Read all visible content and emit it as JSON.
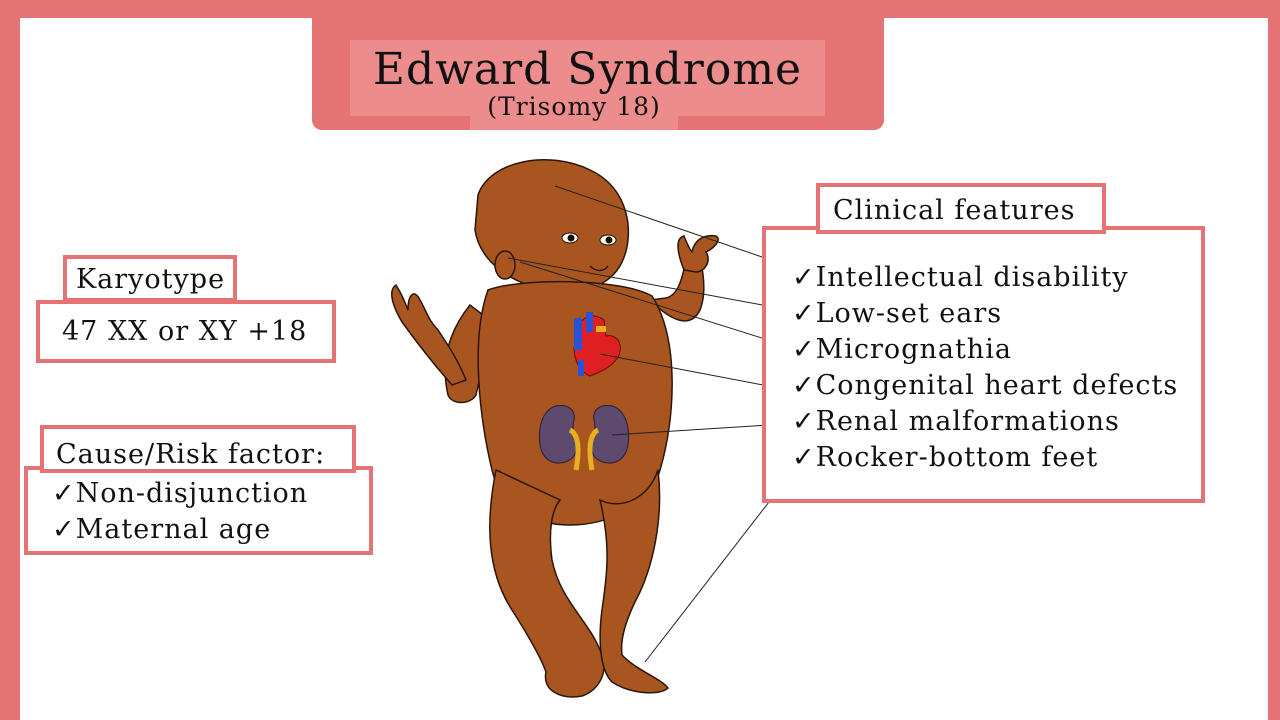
{
  "header": {
    "title": "Edward Syndrome",
    "subtitle": "(Trisomy 18)"
  },
  "karyotype": {
    "label": "Karyotype",
    "value": "47 XX or XY +18"
  },
  "cause": {
    "label": "Cause/Risk factor:",
    "items": [
      "Non-disjunction",
      "Maternal age"
    ]
  },
  "clinical": {
    "label": "Clinical features",
    "items": [
      "Intellectual disability",
      "Low-set ears",
      "Micrognathia",
      "Congenital heart defects",
      "Renal malformations",
      "Rocker-bottom feet"
    ]
  },
  "check_mark": "✓",
  "colors": {
    "frame": "#e57373",
    "title_band": "#ec8c8c",
    "skin": "#a9551f",
    "heart_red": "#e02020",
    "heart_blue": "#2a52d6",
    "kidney": "#5d4a6e",
    "ureter": "#e8b020"
  },
  "icons": {
    "baby": "baby-illustration",
    "heart": "heart-icon",
    "kidneys": "kidneys-icon"
  }
}
